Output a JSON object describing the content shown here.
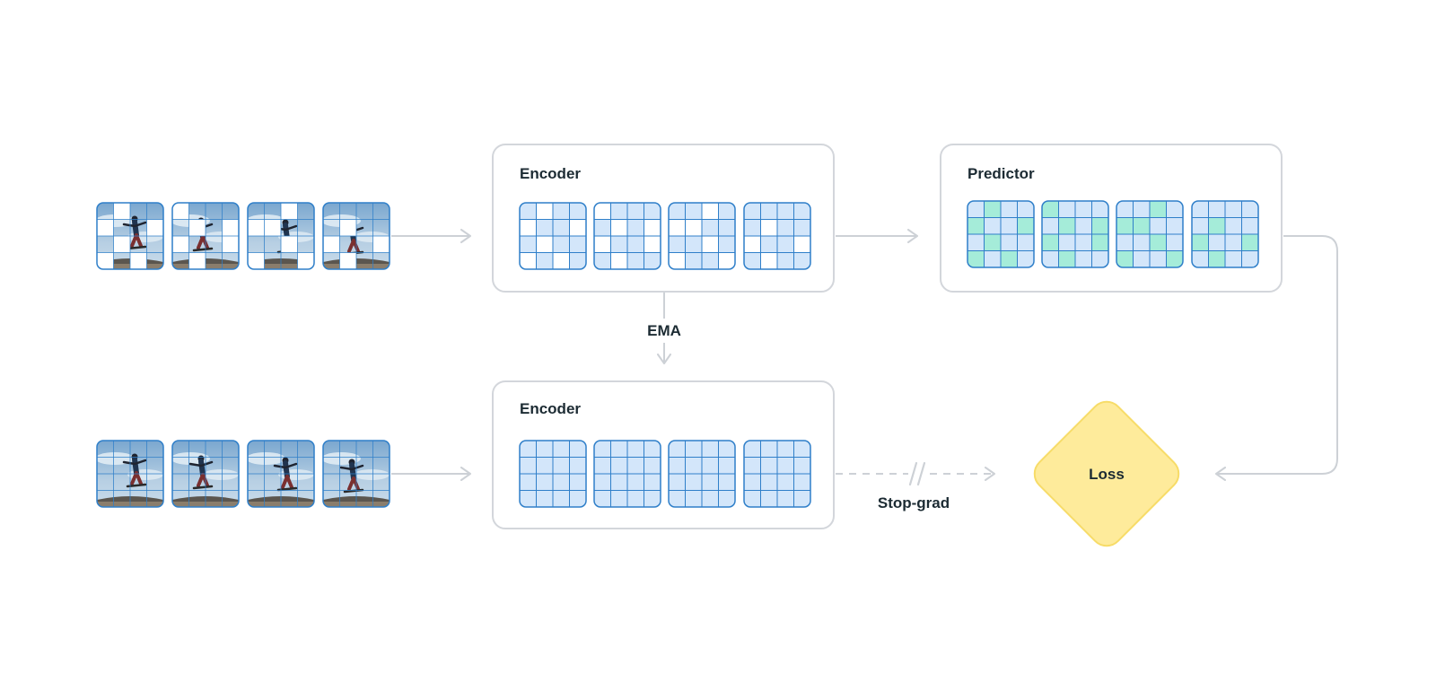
{
  "labels": {
    "encoder_top": "Encoder",
    "encoder_bottom": "Encoder",
    "predictor": "Predictor",
    "ema": "EMA",
    "stop_grad": "Stop-grad",
    "loss": "Loss"
  },
  "colors": {
    "background": "#ffffff",
    "box_border": "#d3d6db",
    "arrow": "#cdd1d6",
    "token_fill": "#d3e6fa",
    "token_stroke": "#2f7fc9",
    "masked_token": "#ffffff",
    "predicted_token": "#a5ecd9",
    "loss_fill": "#feeb9b",
    "loss_stroke": "#f7dc68",
    "sky_top": "#7aa7cf",
    "sky_bottom": "#c9dceb"
  },
  "icons": {
    "frame_image": "skateboarder-frame",
    "stop_grad_mark": "double-slash"
  },
  "masked_input_frames": [
    {
      "masked_cells": [
        [
          0,
          1
        ],
        [
          1,
          0
        ],
        [
          1,
          3
        ],
        [
          2,
          1
        ],
        [
          3,
          0
        ],
        [
          3,
          2
        ]
      ]
    },
    {
      "masked_cells": [
        [
          0,
          0
        ],
        [
          1,
          1
        ],
        [
          1,
          3
        ],
        [
          2,
          0
        ],
        [
          2,
          3
        ],
        [
          3,
          1
        ]
      ]
    },
    {
      "masked_cells": [
        [
          0,
          2
        ],
        [
          1,
          0
        ],
        [
          1,
          1
        ],
        [
          2,
          2
        ],
        [
          3,
          0
        ],
        [
          3,
          3
        ]
      ]
    },
    {
      "masked_cells": [
        [
          1,
          1
        ],
        [
          2,
          0
        ],
        [
          2,
          3
        ],
        [
          3,
          1
        ]
      ]
    }
  ],
  "full_input_frames": [
    {},
    {},
    {},
    {}
  ],
  "encoder_top_grids": [
    {
      "masked_cells": [
        [
          0,
          1
        ],
        [
          1,
          0
        ],
        [
          1,
          3
        ],
        [
          2,
          1
        ],
        [
          3,
          0
        ],
        [
          3,
          2
        ]
      ]
    },
    {
      "masked_cells": [
        [
          0,
          0
        ],
        [
          1,
          1
        ],
        [
          1,
          3
        ],
        [
          2,
          0
        ],
        [
          2,
          3
        ],
        [
          3,
          1
        ]
      ]
    },
    {
      "masked_cells": [
        [
          0,
          2
        ],
        [
          1,
          0
        ],
        [
          1,
          1
        ],
        [
          2,
          2
        ],
        [
          3,
          0
        ],
        [
          3,
          3
        ]
      ]
    },
    {
      "masked_cells": [
        [
          1,
          1
        ],
        [
          2,
          0
        ],
        [
          2,
          3
        ],
        [
          3,
          1
        ]
      ]
    }
  ],
  "encoder_bottom_grids": [
    {},
    {},
    {},
    {}
  ],
  "predictor_grids": [
    {
      "predicted_cells": [
        [
          0,
          1
        ],
        [
          1,
          0
        ],
        [
          1,
          3
        ],
        [
          2,
          1
        ],
        [
          3,
          0
        ],
        [
          3,
          2
        ]
      ]
    },
    {
      "predicted_cells": [
        [
          0,
          0
        ],
        [
          1,
          1
        ],
        [
          1,
          3
        ],
        [
          2,
          0
        ],
        [
          2,
          3
        ],
        [
          3,
          1
        ]
      ]
    },
    {
      "predicted_cells": [
        [
          0,
          2
        ],
        [
          1,
          0
        ],
        [
          1,
          1
        ],
        [
          2,
          2
        ],
        [
          3,
          0
        ],
        [
          3,
          3
        ]
      ]
    },
    {
      "predicted_cells": [
        [
          1,
          1
        ],
        [
          2,
          0
        ],
        [
          2,
          3
        ],
        [
          3,
          1
        ]
      ]
    }
  ]
}
